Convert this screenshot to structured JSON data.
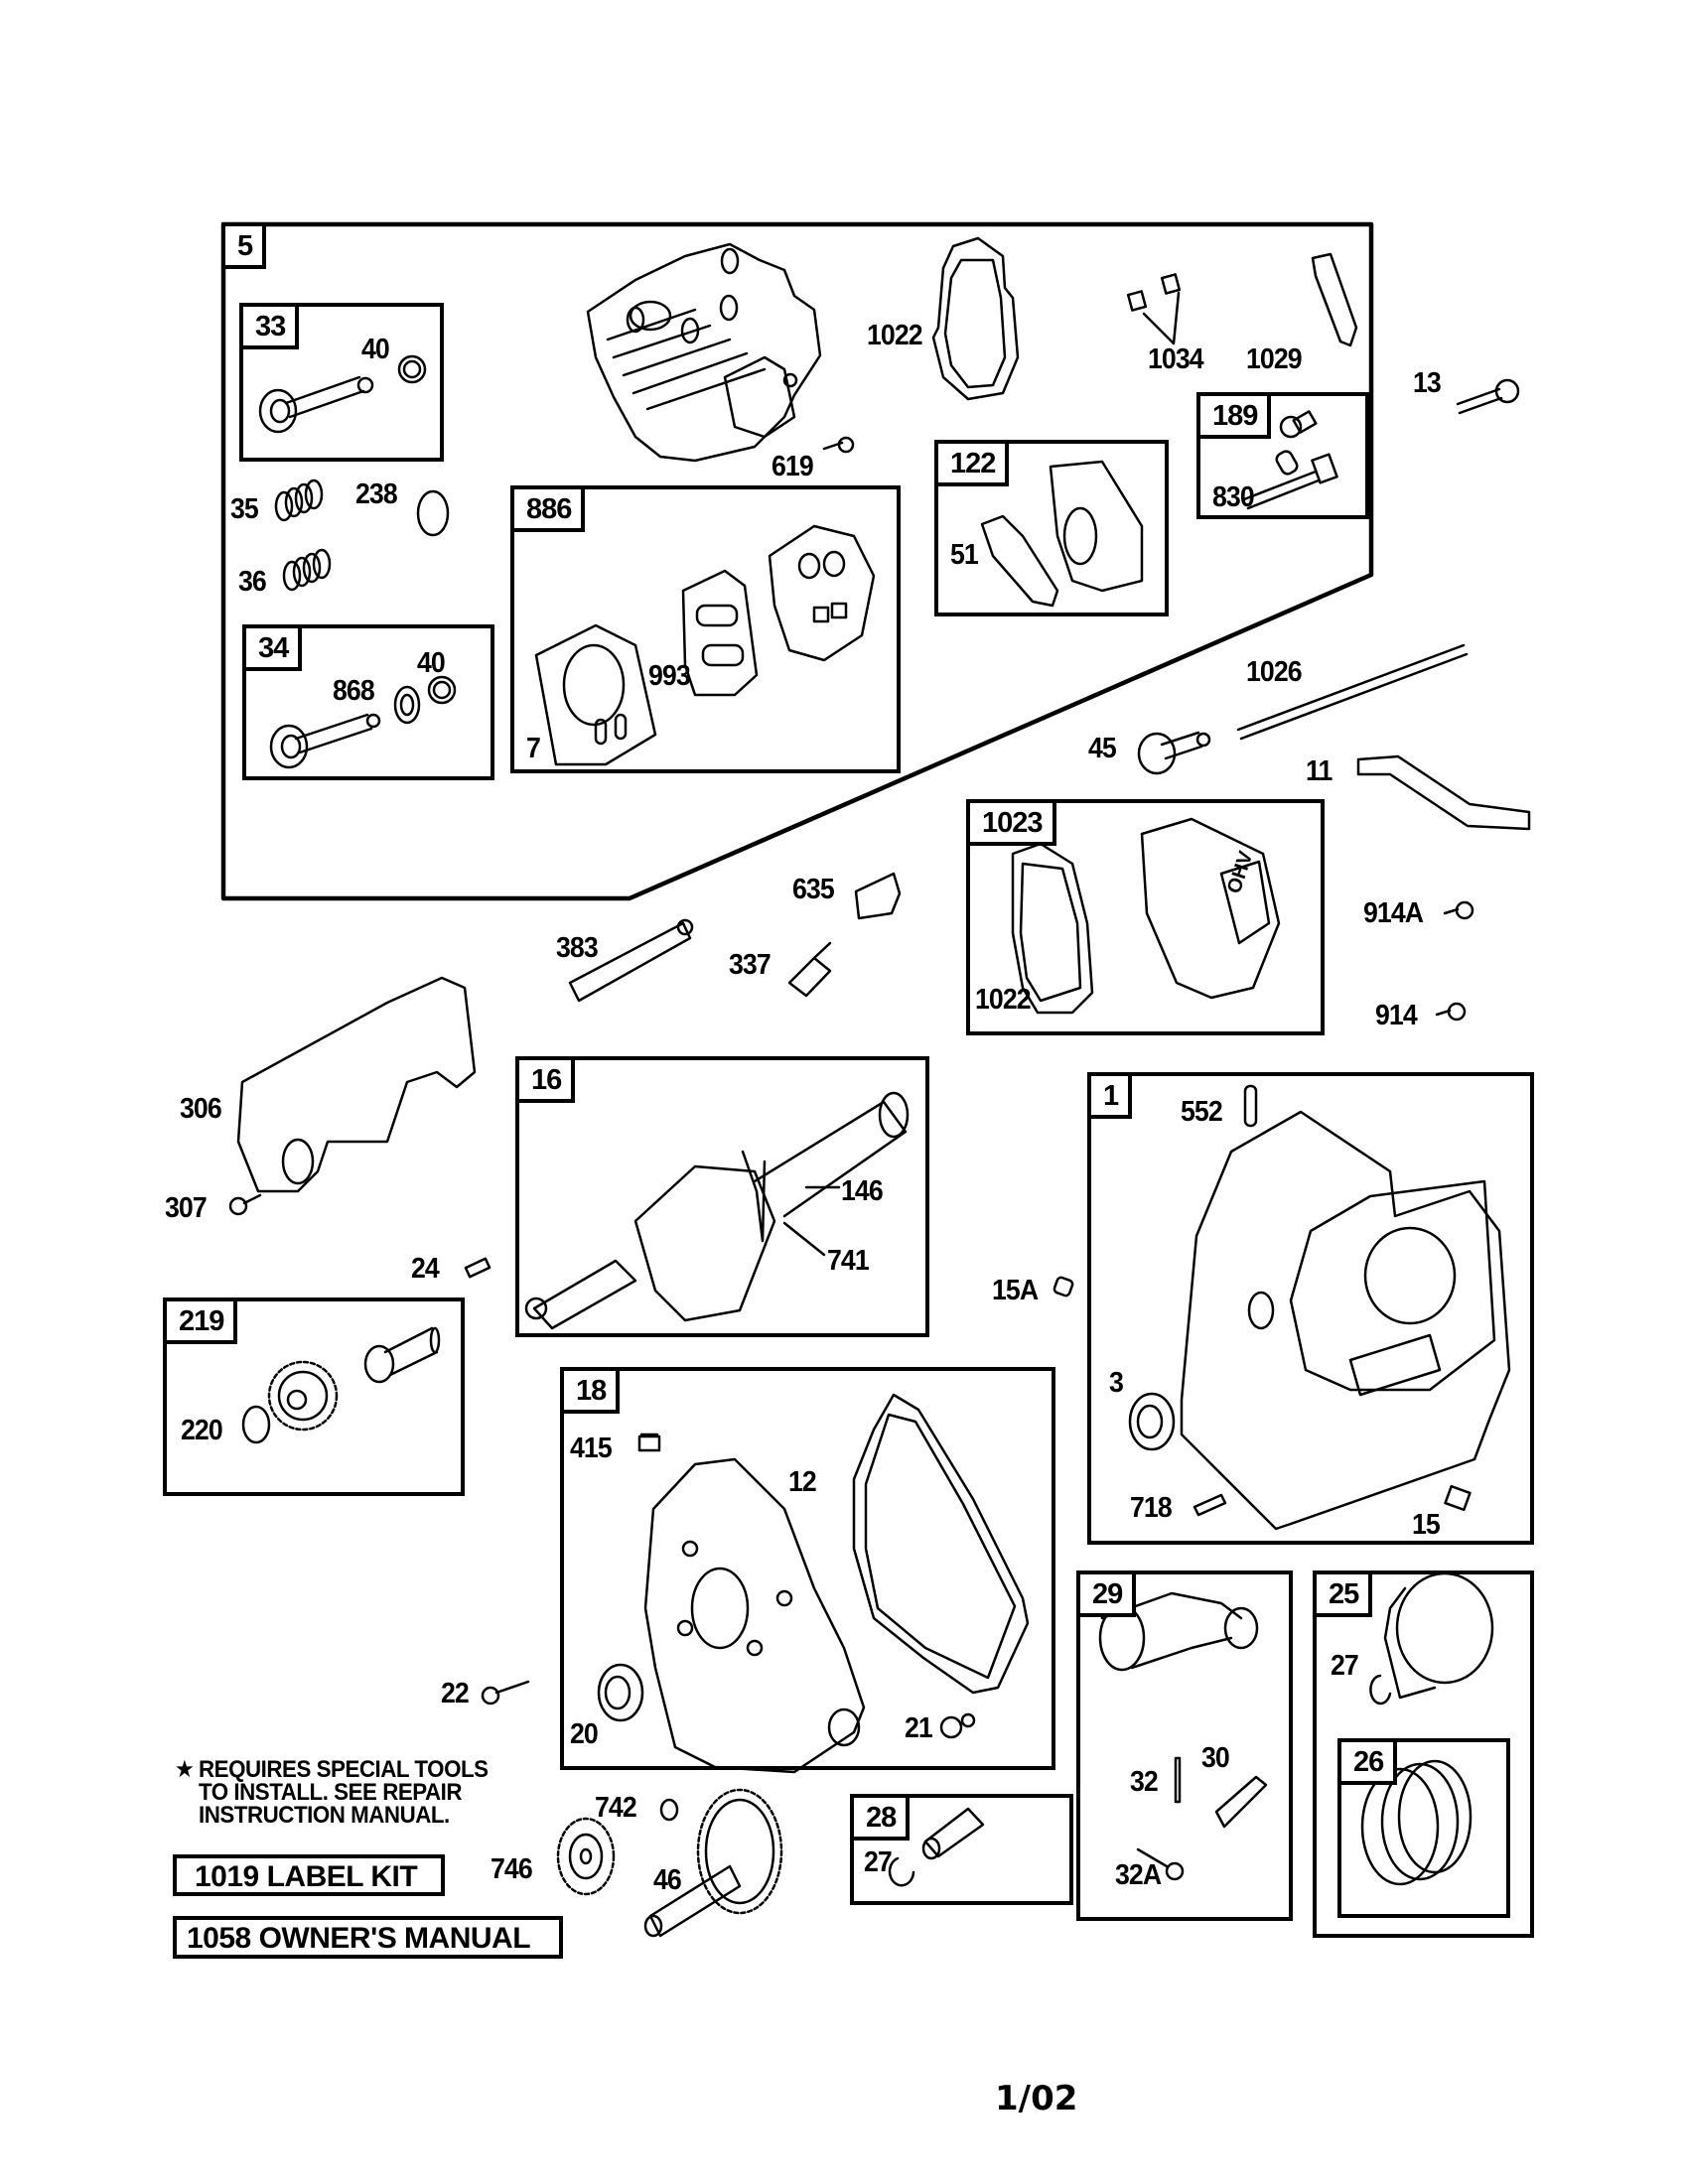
{
  "document": {
    "type": "engine parts exploded diagram",
    "footer_date": "1/02"
  },
  "groups": {
    "g5": "5",
    "g33": "33",
    "g34": "34",
    "g886": "886",
    "g122": "122",
    "g189": "189",
    "g1023": "1023",
    "g16": "16",
    "g1": "1",
    "g219": "219",
    "g18": "18",
    "g28": "28",
    "g29": "29",
    "g25": "25",
    "g26": "26"
  },
  "callouts": {
    "c40a": "40",
    "c35": "35",
    "c36": "36",
    "c238": "238",
    "c868": "868",
    "c40b": "40",
    "c7": "7",
    "c993": "993",
    "c619": "619",
    "c1022a": "1022",
    "c1034": "1034",
    "c1029": "1029",
    "c13": "13",
    "c830": "830",
    "c51": "51",
    "c1026": "1026",
    "c45": "45",
    "c11": "11",
    "c1022b": "1022",
    "c635": "635",
    "c383": "383",
    "c337": "337",
    "c914a": "914A",
    "c914": "914",
    "c306": "306",
    "c307": "307",
    "c146": "146",
    "c741": "741",
    "c24": "24",
    "c552": "552",
    "c15a": "15A",
    "c3": "3",
    "c718": "718",
    "c15": "15",
    "c220": "220",
    "c415": "415",
    "c12": "12",
    "c20": "20",
    "c21": "21",
    "c22": "22",
    "c742": "742",
    "c746": "746",
    "c46": "46",
    "c27a": "27",
    "c32": "32",
    "c30": "30",
    "c32a": "32A",
    "c27b": "27"
  },
  "notes": {
    "star_symbol": "★",
    "special_tools_line1": "REQUIRES SPECIAL TOOLS",
    "special_tools_line2": "TO INSTALL.  SEE REPAIR",
    "special_tools_line3": "INSTRUCTION MANUAL."
  },
  "kits": {
    "label_kit": "1019 LABEL KIT",
    "owners_manual": "1058 OWNER'S MANUAL"
  },
  "cover_badge_text": "OHV"
}
